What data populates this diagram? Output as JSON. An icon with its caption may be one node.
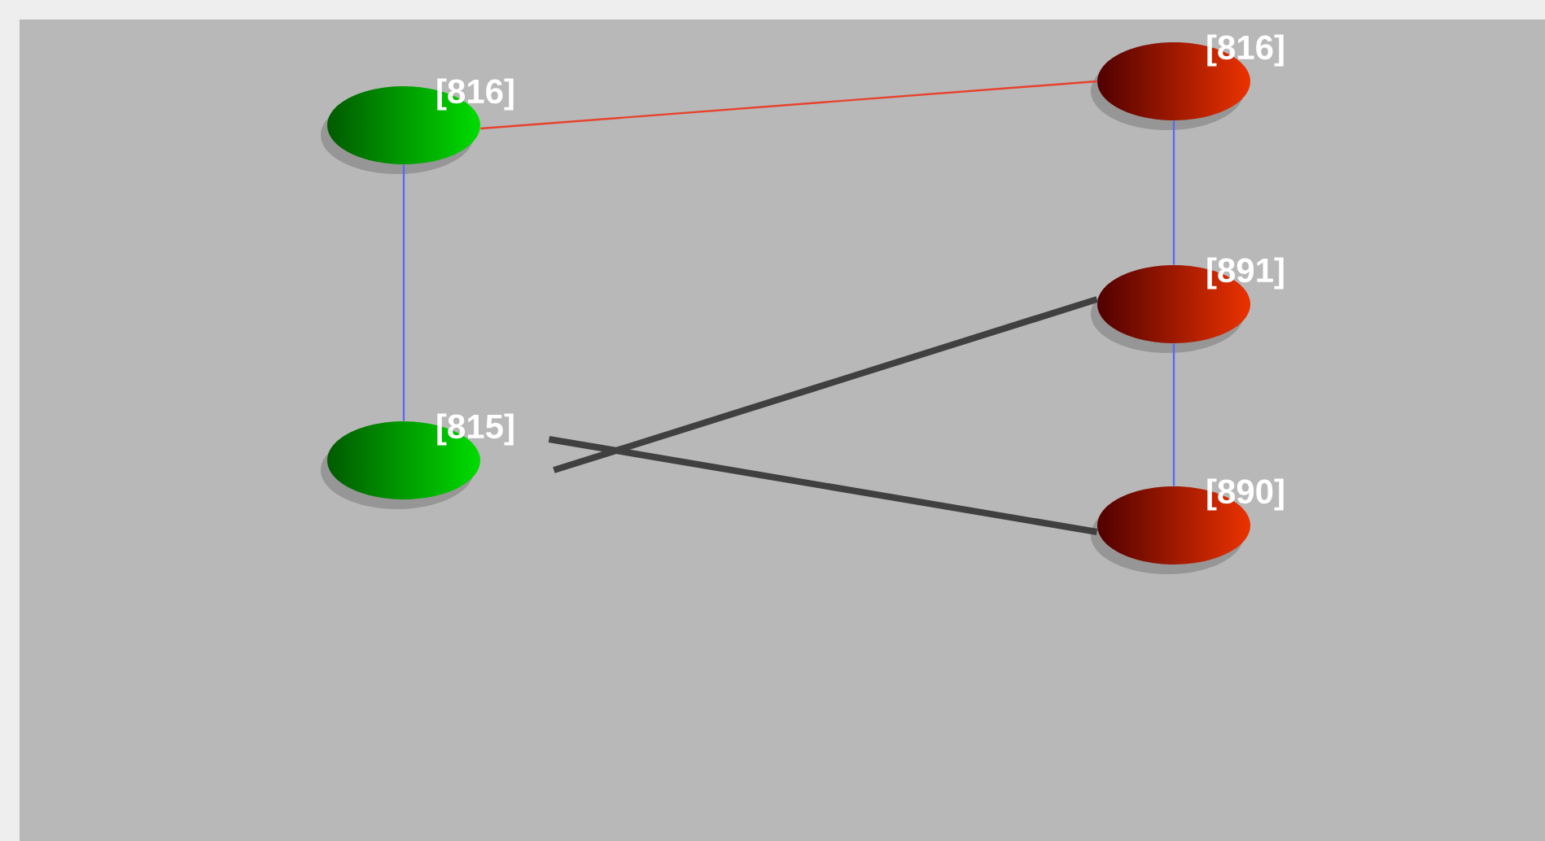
{
  "diagram": {
    "nodes": [
      {
        "text": [
          "[816]"
        ]
      },
      {
        "text": [
          "[815]"
        ]
      },
      {
        "text": [
          "[816]"
        ]
      },
      {
        "text": [
          "[891]"
        ]
      },
      {
        "text": [
          "[890]"
        ]
      }
    ],
    "edges": [
      {
        "from": 0,
        "to": 1,
        "arrow": "none"
      },
      {
        "from": 2,
        "to": 3,
        "arrow": "none"
      },
      {
        "from": 3,
        "to": 4,
        "arrow": "none"
      },
      {
        "from": 0,
        "to": 2,
        "arrow": "none",
        "color": "#e8412c"
      },
      {
        "from": 1,
        "to": 3,
        "arrow": "none",
        "style": "thick",
        "color": "#404040"
      },
      {
        "from": 1,
        "to": 4,
        "arrow": "none",
        "style": "thick",
        "color": "#404040"
      }
    ]
  }
}
